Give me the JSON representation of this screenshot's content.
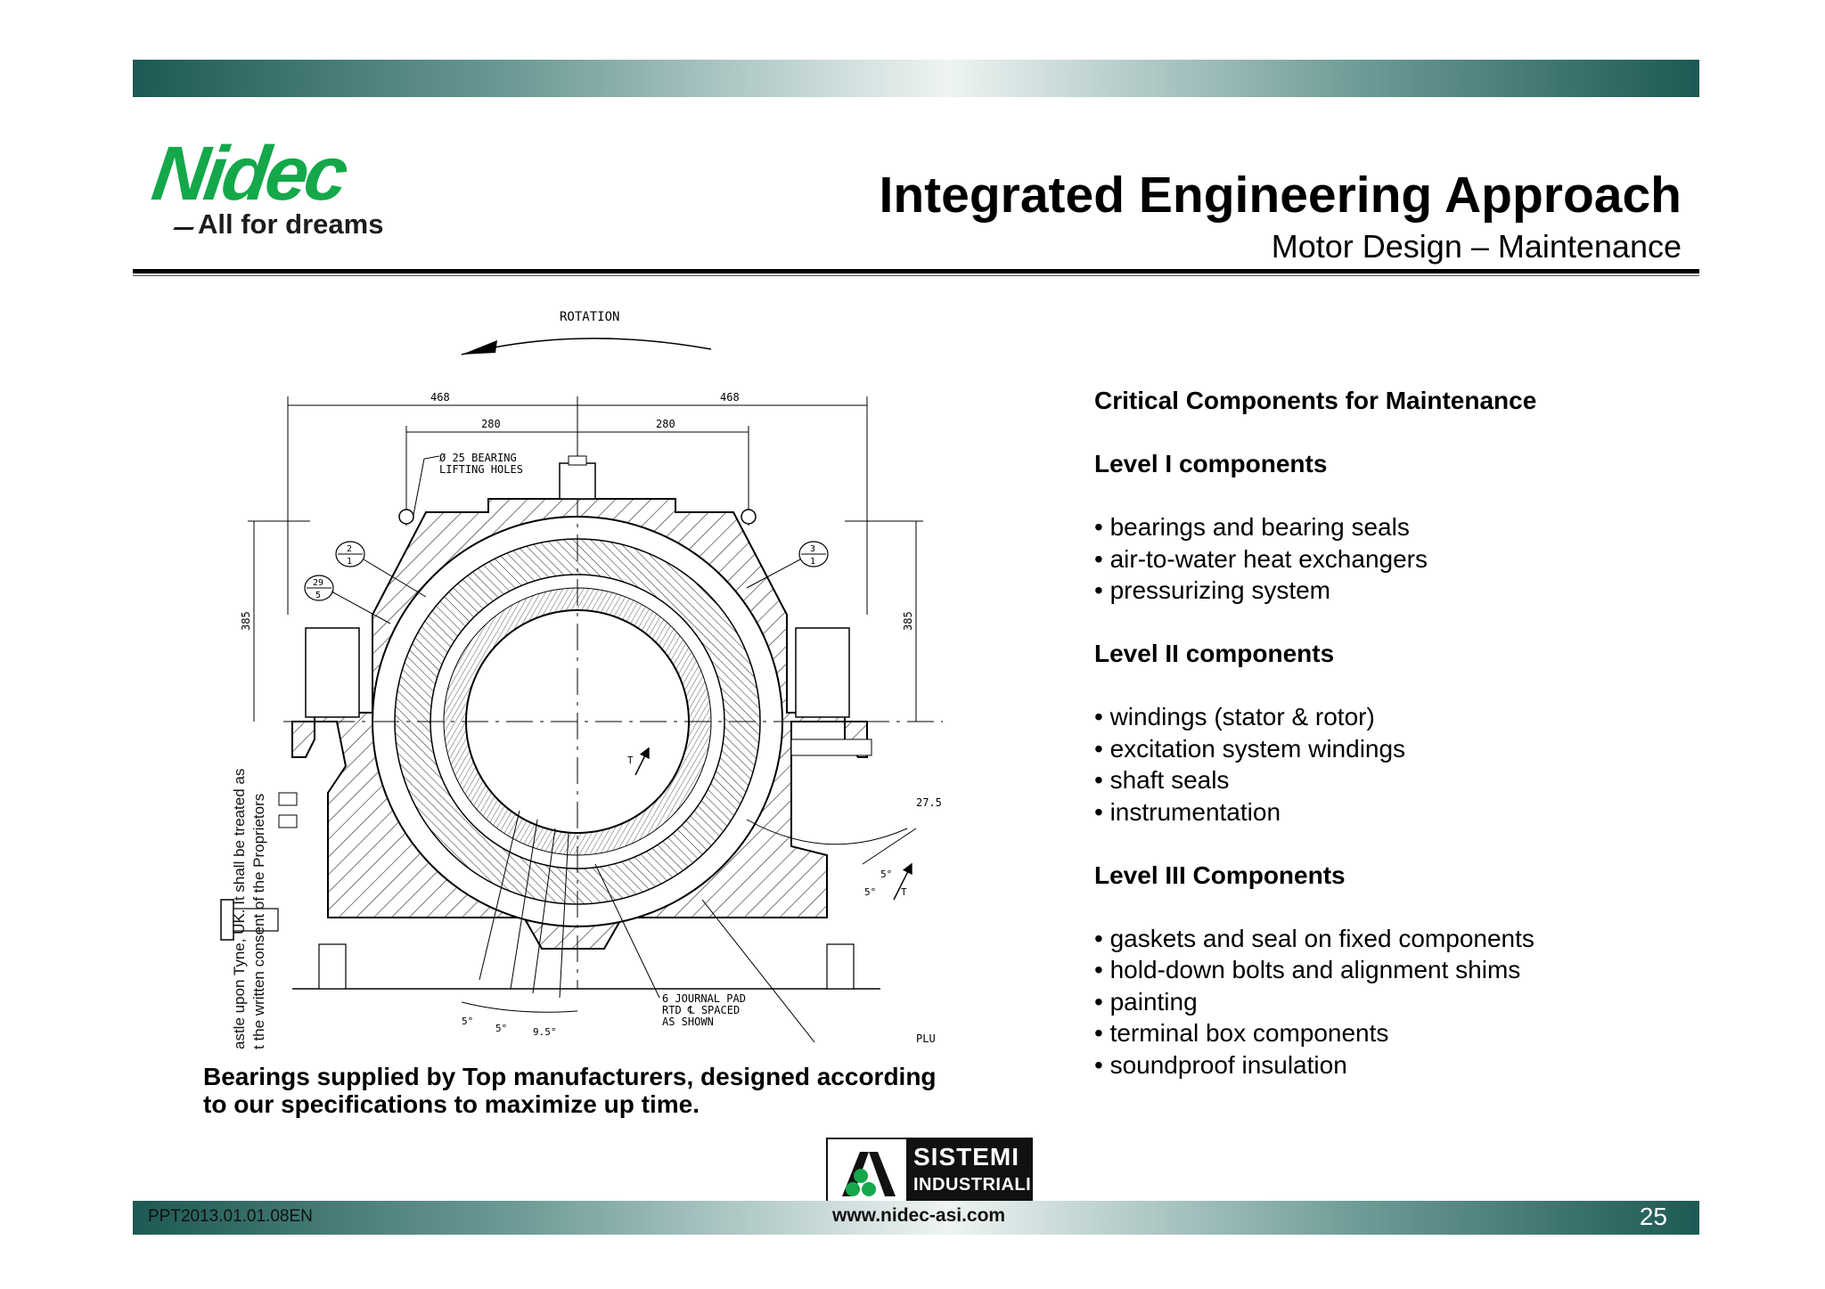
{
  "header": {
    "logo_word": "Nidec",
    "logo_tagline": "All for dreams",
    "title": "Integrated Engineering Approach",
    "subtitle": "Motor Design – Maintenance"
  },
  "drawing": {
    "rotation_label": "ROTATION",
    "dim_outer_left": "468",
    "dim_outer_right": "468",
    "dim_inner_left": "280",
    "dim_inner_right": "280",
    "lifting_holes_line1": "Ø 25 BEARING",
    "lifting_holes_line2": "LIFTING HOLES",
    "height_left": "385",
    "height_right": "385",
    "balloon_a_top": "2",
    "balloon_a_bottom": "1",
    "balloon_b_top": "29",
    "balloon_b_bottom": "5",
    "balloon_c_top": "3",
    "balloon_c_bottom": "1",
    "angle_right": "27.5",
    "angle_5a": "5°",
    "angle_5b": "5°",
    "angle_5c": "5°",
    "angle_5d": "5°",
    "angle_95": "9.5°",
    "t_label_1": "T",
    "t_label_2": "T",
    "journal_line1": "6 JOURNAL PAD",
    "journal_line2": "RTD ℄ SPACED",
    "journal_line3": "AS SHOWN",
    "plu_label": "PLU",
    "side_text_line1": "astle upon Tyne, UK. It shall be treated as",
    "side_text_line2": "t the written consent of the Proprietors"
  },
  "caption": {
    "line1": "Bearings supplied by Top manufacturers, designed according",
    "line2": "to our specifications to maximize up time."
  },
  "components": {
    "heading": "Critical Components for Maintenance",
    "level1_title": "Level I components",
    "level1_items": [
      "• bearings and bearing seals",
      "• air-to-water heat exchangers",
      "• pressurizing system"
    ],
    "level2_title": "Level II components",
    "level2_items": [
      "• windings (stator & rotor)",
      "• excitation system windings",
      "• shaft seals",
      "• instrumentation"
    ],
    "level3_title": "Level III Components",
    "level3_items": [
      "• gaskets and seal on fixed components",
      "• hold-down bolts and alignment shims",
      "• painting",
      "• terminal box components",
      "• soundproof insulation"
    ]
  },
  "partner_logo": {
    "line1": "SISTEMI",
    "line2": "INDUSTRIALI"
  },
  "footer": {
    "doc_code": "PPT2013.01.01.08EN",
    "website": "www.nidec-asi.com",
    "page_number": "25"
  },
  "colors": {
    "brand_green": "#14a84a",
    "bar_dark": "#1d5954"
  }
}
